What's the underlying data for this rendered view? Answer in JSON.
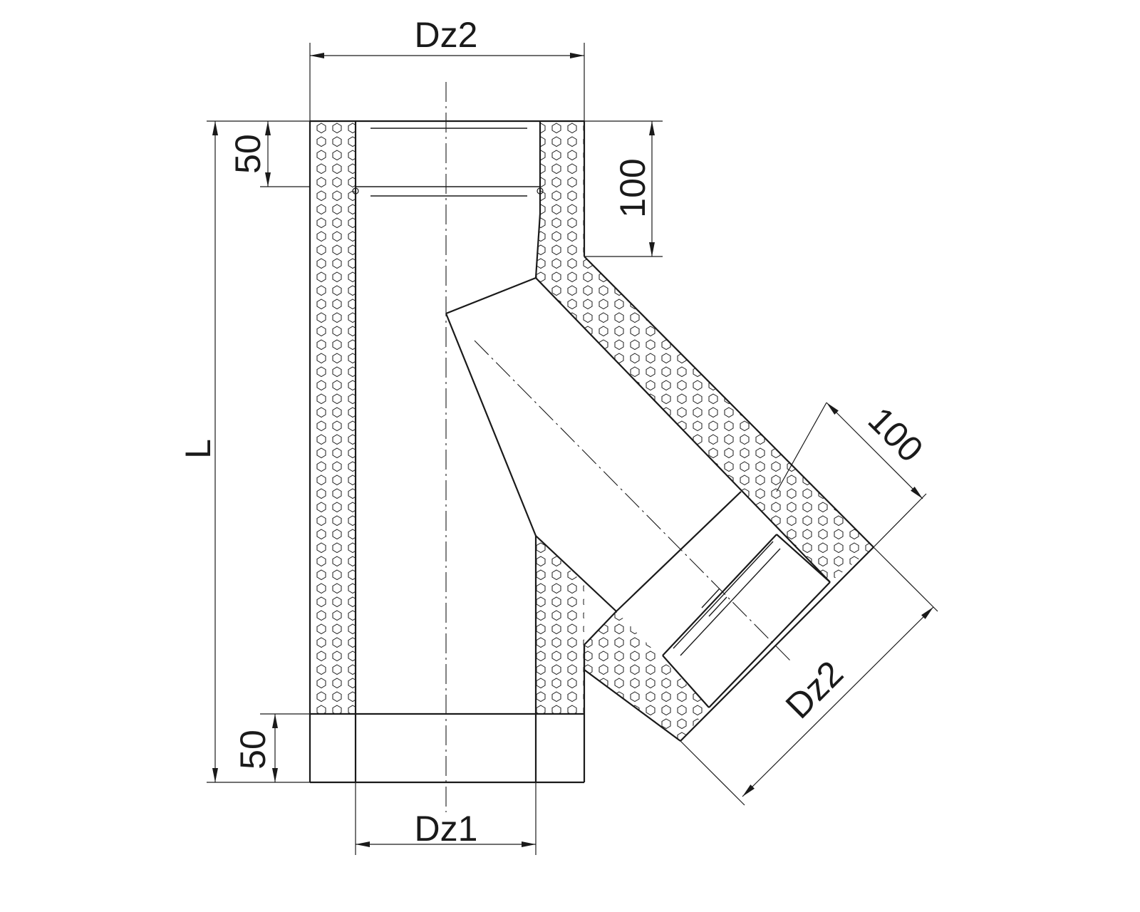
{
  "labels": {
    "top_diameter": "Dz2",
    "bottom_diameter": "Dz1",
    "branch_diameter": "Dz2",
    "length": "L",
    "top_socket": "50",
    "bottom_socket": "50",
    "top_offset": "100",
    "branch_offset": "100"
  },
  "colors": {
    "line": "#1a1a1a",
    "background": "#ffffff"
  }
}
